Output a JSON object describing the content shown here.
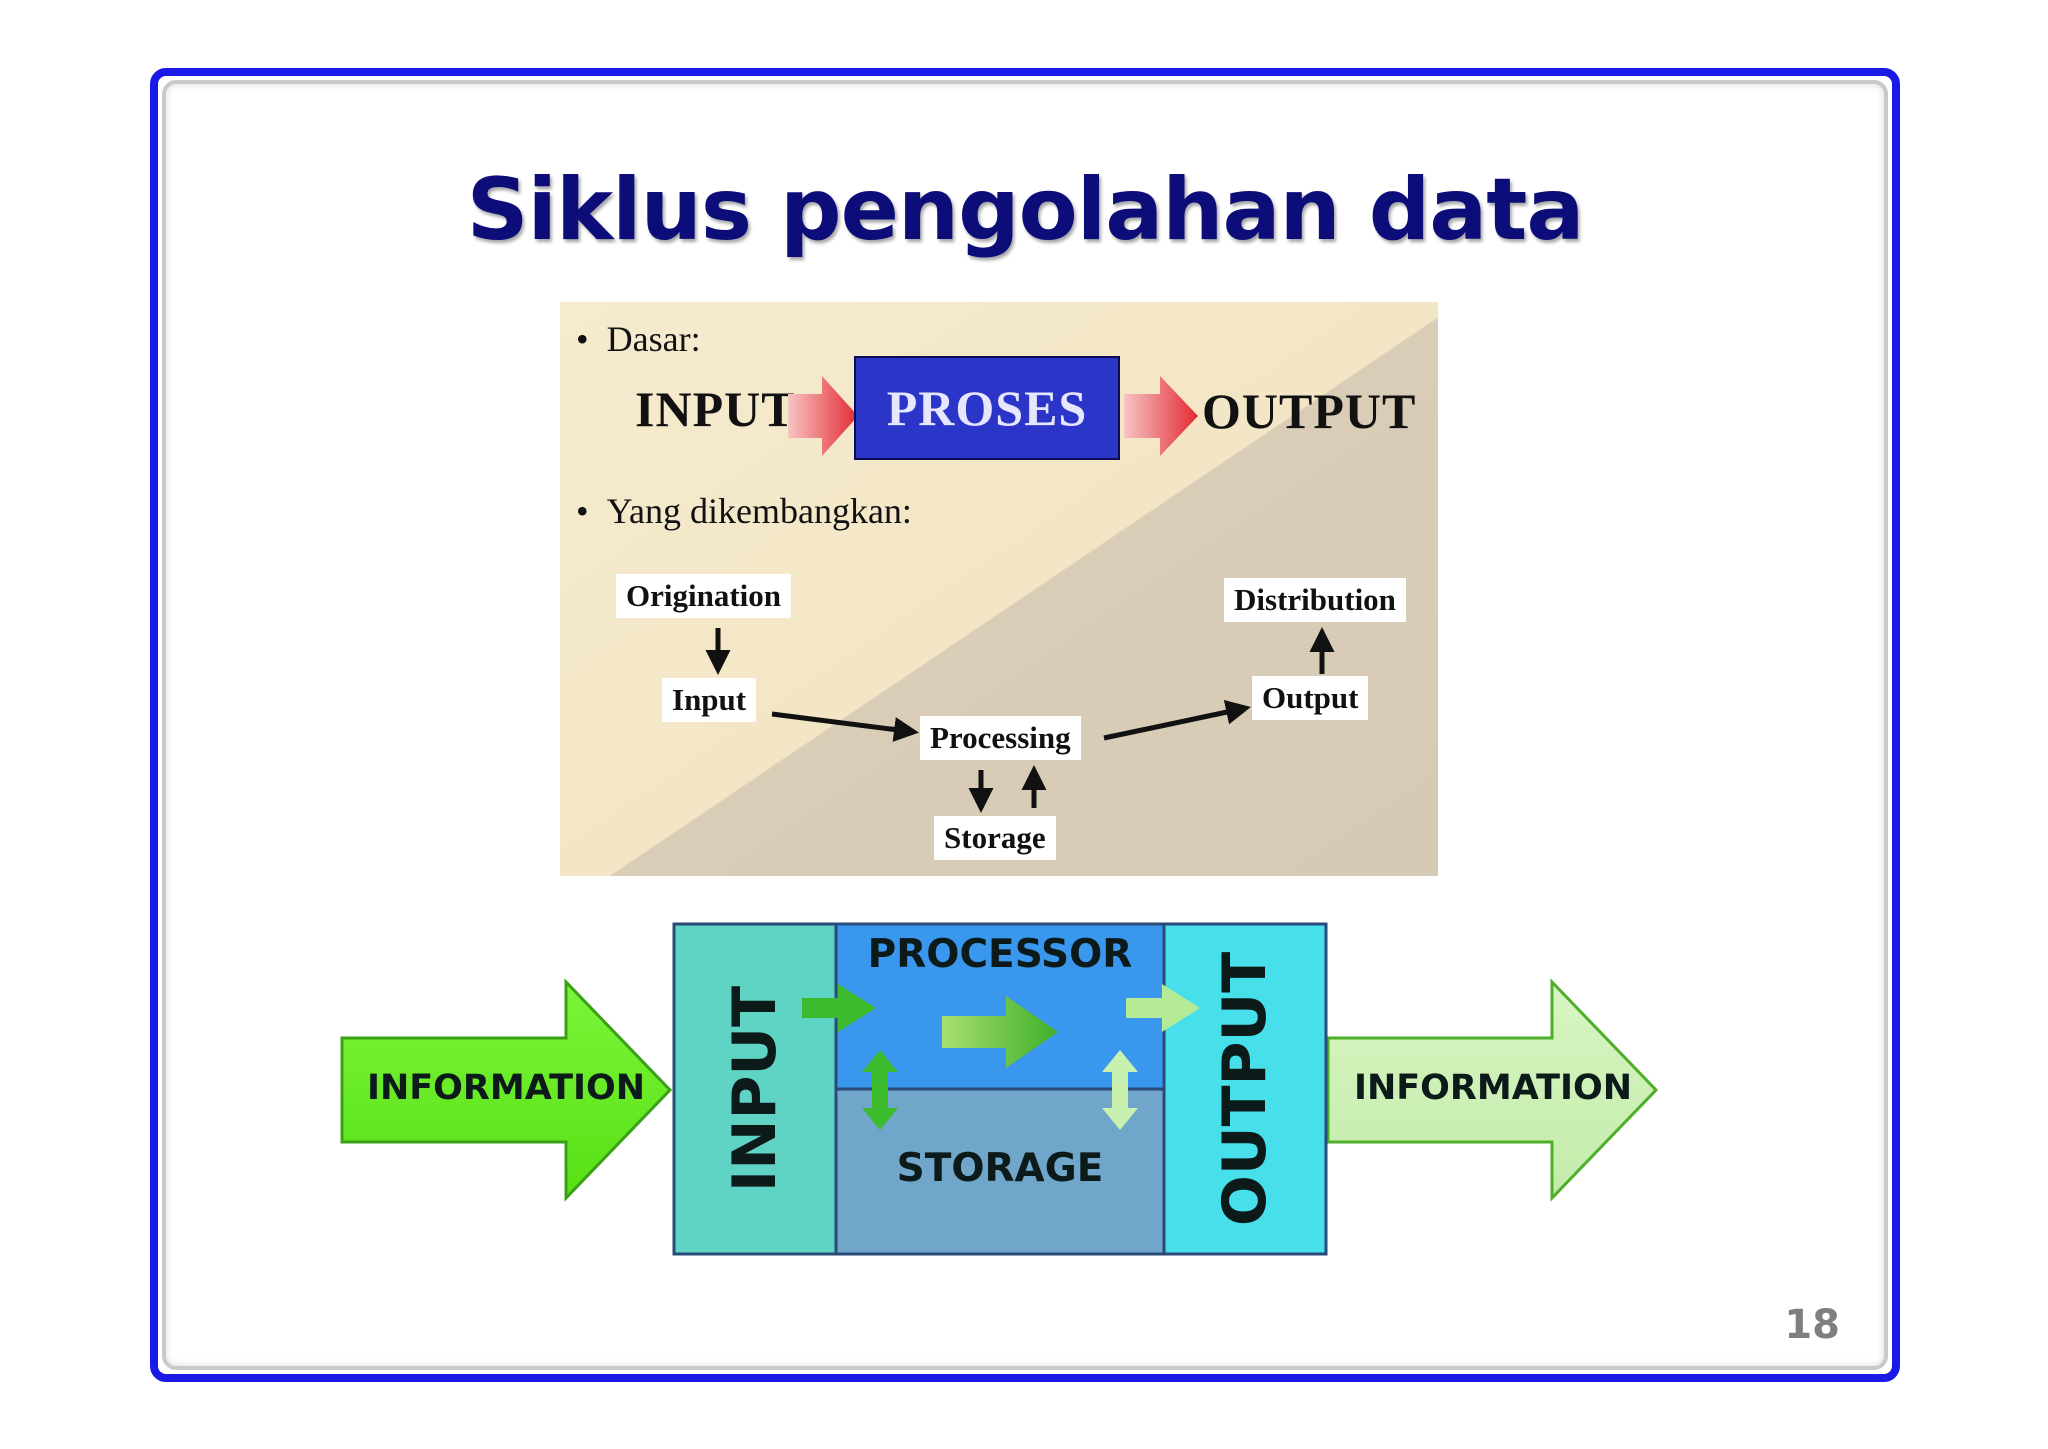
{
  "slide": {
    "title": "Siklus pengolahan data",
    "page_number": "18"
  },
  "basic": {
    "bullet": "Dasar:",
    "input": "INPUT",
    "process": "PROSES",
    "output": "OUTPUT"
  },
  "extended": {
    "bullet": "Yang dikembangkan:",
    "origination": "Origination",
    "input": "Input",
    "processing": "Processing",
    "storage": "Storage",
    "output": "Output",
    "distribution": "Distribution"
  },
  "block_diagram": {
    "information_in": "INFORMATION",
    "input": "INPUT",
    "processor": "PROCESSOR",
    "storage": "STORAGE",
    "output": "OUTPUT",
    "information_out": "INFORMATION"
  },
  "colors": {
    "frame_border": "#1a1ae6",
    "title": "#0d0d7a",
    "proses_box": "#2b36c8",
    "red_arrow": "#e8323a",
    "input_block": "#5fd3c4",
    "processor_block": "#3a97ee",
    "storage_block": "#6fa6c9",
    "output_block": "#46dfea",
    "info_arrow_in": "#66ee22",
    "info_arrow_out": "#ccf0b0"
  }
}
